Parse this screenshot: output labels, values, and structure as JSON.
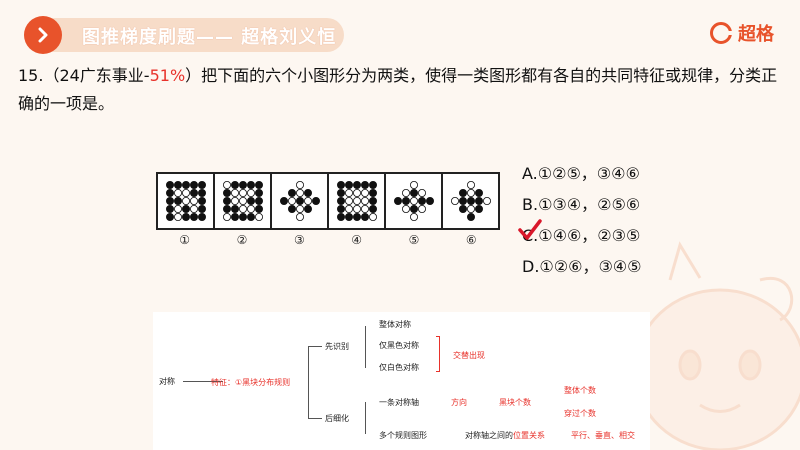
{
  "header": {
    "title": "图推梯度刷题—— 超格刘义恒",
    "logo_text": "超格"
  },
  "question": {
    "prefix": "15.（24广东事业-",
    "rate": "51%",
    "suffix": "）把下面的六个小图形分为两类，使得一类图形都有各自的共同特征或规律，分类正确的一项是。"
  },
  "figure_labels": [
    "①",
    "②",
    "③",
    "④",
    "⑤",
    "⑥"
  ],
  "options": [
    {
      "letter": "A.",
      "text": "①②⑤，③④⑥"
    },
    {
      "letter": "B.",
      "text": "①③④，②⑤⑥"
    },
    {
      "letter": "C.",
      "text": "①④⑥，②③⑤"
    },
    {
      "letter": "D.",
      "text": "①②⑥，③④⑤"
    }
  ],
  "mindmap": {
    "root": "对称",
    "feature": "特征：①黑块分布规则",
    "branch1": "先识别",
    "b1_items": [
      "整体对称",
      "仅黑色对称",
      "仅白色对称"
    ],
    "b1_note": "交替出现",
    "branch2": "后细化",
    "b2_item1": "一条对称轴",
    "direction": "方向",
    "black_count": "黑块个数",
    "count_items": [
      "整体个数",
      "穿过个数"
    ],
    "b2_item2": "多个规则图形",
    "between": "对称轴之间的",
    "relation": "位置关系",
    "relation_types": "平行、垂直、相交"
  },
  "colors": {
    "accent": "#e8532b",
    "header_pill": "#f7dcc8",
    "background": "#fdf7f1",
    "check": "#d9182b"
  }
}
